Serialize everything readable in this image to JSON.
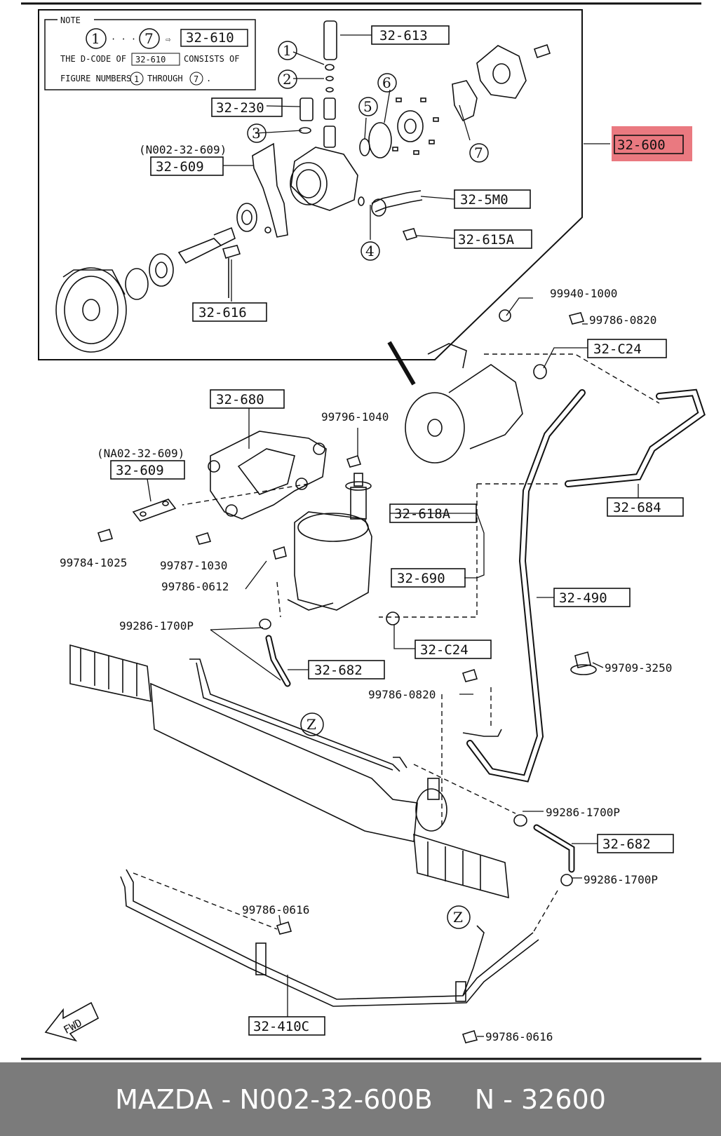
{
  "note": {
    "heading": "NOTE",
    "range_start": "1",
    "range_end": "7",
    "dots": "· · ·",
    "arrow": "⇨",
    "code": "32-610",
    "line1_a": "THE D-CODE OF",
    "line1_b": "CONSISTS OF",
    "line2_a": "FIGURE NUMBERS",
    "line2_b": "THROUGH",
    "line2_c": "."
  },
  "callouts": {
    "c32_613": "32-613",
    "c32_230": "32-230",
    "c32_609_top_ref": "(N002-32-609)",
    "c32_609_top": "32-609",
    "c32_600": "32-600",
    "c32_5m0": "32-5M0",
    "c32_615a": "32-615A",
    "c32_616": "32-616",
    "c32_680": "32-680",
    "c32_609_bottom_ref": "(NA02-32-609)",
    "c32_609_bottom": "32-609",
    "c32_618a": "32-618A",
    "c32_690": "32-690",
    "c32_c24_upper": "32-C24",
    "c32_c24_lower": "32-C24",
    "c32_684": "32-684",
    "c32_490": "32-490",
    "c32_682_left": "32-682",
    "c32_682_right": "32-682",
    "c32_410c": "32-410C"
  },
  "numbers": [
    "1",
    "2",
    "3",
    "4",
    "5",
    "6",
    "7"
  ],
  "part_numbers": {
    "p99940_1000": "99940-1000",
    "p99786_0820_top": "99786-0820",
    "p99796_1040": "99796-1040",
    "p99784_1025": "99784-1025",
    "p99787_1030": "99787-1030",
    "p99786_0612": "99786-0612",
    "p99286_1700p_left": "99286-1700P",
    "p99709_3250": "99709-3250",
    "p99786_0820_mid": "99786-0820",
    "p99286_1700p_right1": "99286-1700P",
    "p99286_1700p_right2": "99286-1700P",
    "p99786_0616_left": "99786-0616",
    "p99786_0616_right": "99786-0616"
  },
  "z_marker": "Z",
  "fwd": "FWD",
  "highlight_color": "#e86a72",
  "footer": {
    "brand_part": "MAZDA - N002-32-600B",
    "code": "N - 32600"
  }
}
